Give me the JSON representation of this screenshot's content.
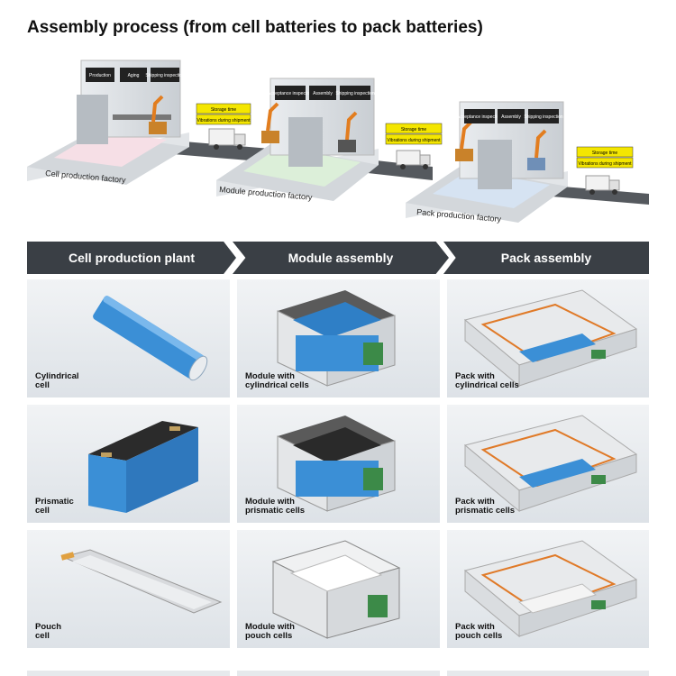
{
  "title": "Assembly process (from cell batteries to pack batteries)",
  "factories": [
    {
      "name": "Cell production factory",
      "processes": [
        "Production",
        "Aging",
        "Shipping inspection"
      ]
    },
    {
      "name": "Module production factory",
      "processes": [
        "Acceptance inspection",
        "Assembly",
        "Shipping inspection"
      ]
    },
    {
      "name": "Pack production factory",
      "processes": [
        "Acceptance inspection",
        "Assembly",
        "Shipping inspection"
      ]
    }
  ],
  "transport_notes": [
    "Storage time",
    "Vibrations during shipment"
  ],
  "stages": [
    "Cell production plant",
    "Module assembly",
    "Pack assembly"
  ],
  "grid": [
    [
      "Cylindrical\ncell",
      "Module with\ncylindrical cells",
      "Pack with\ncylindrical cells"
    ],
    [
      "Prismatic\ncell",
      "Module with\nprismatic cells",
      "Pack with\nprismatic cells"
    ],
    [
      "Pouch\ncell",
      "Module with\npouch cells",
      "Pack with\npouch cells"
    ]
  ],
  "colors": {
    "banner": "#3a3f45",
    "cell_blue": "#3b8fd6",
    "module_case": "#4a4a4a",
    "note_yellow": "#f4e600"
  }
}
